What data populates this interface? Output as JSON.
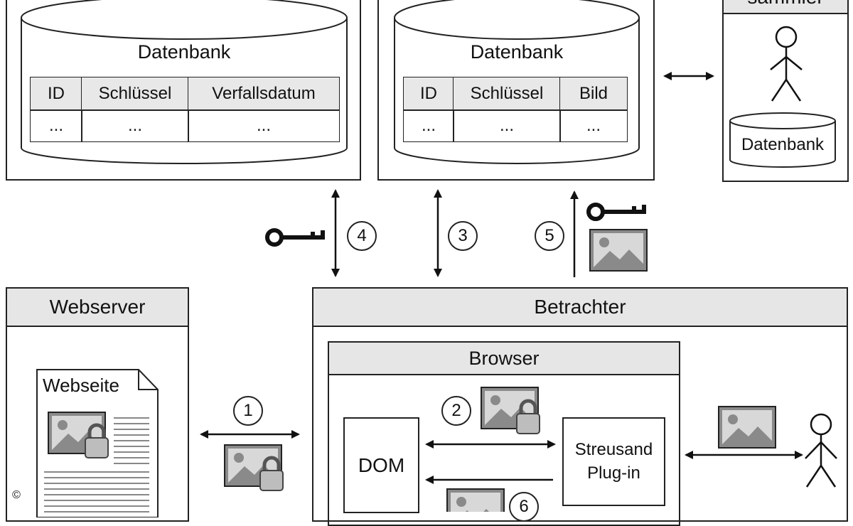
{
  "diagram": {
    "db_left": {
      "title": "Datenbank",
      "columns": [
        "ID",
        "Schlüssel",
        "Verfallsdatum"
      ],
      "row": [
        "...",
        "...",
        "..."
      ]
    },
    "db_middle": {
      "title": "Datenbank",
      "columns": [
        "ID",
        "Schlüssel",
        "Bild"
      ],
      "row": [
        "...",
        "...",
        "..."
      ]
    },
    "collector": {
      "header": "sammler",
      "db_label": "Datenbank"
    },
    "steps": [
      "1",
      "2",
      "3",
      "4",
      "5",
      "6"
    ],
    "webserver": {
      "header": "Webserver",
      "page_label": "Webseite"
    },
    "viewer": {
      "header": "Betrachter",
      "browser_header": "Browser",
      "dom_label": "DOM",
      "plugin_line1": "Streusand",
      "plugin_line2": "Plug-in"
    },
    "copyright": "©"
  }
}
